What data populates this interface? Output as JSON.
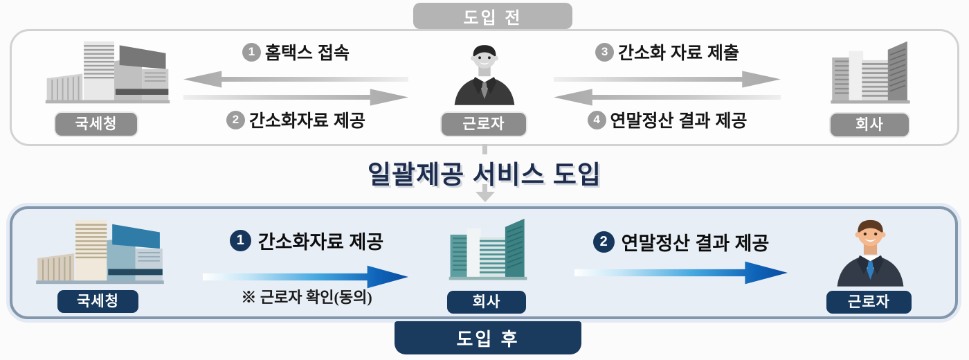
{
  "before": {
    "badge": "도입 전",
    "entities": {
      "nts": "국세청",
      "worker": "근로자",
      "company": "회사"
    },
    "flows": [
      {
        "num": "1",
        "label": "홈택스 접속"
      },
      {
        "num": "2",
        "label": "간소화자료 제공"
      },
      {
        "num": "3",
        "label": "간소화 자료 제출"
      },
      {
        "num": "4",
        "label": "연말정산 결과 제공"
      }
    ]
  },
  "transition": {
    "title": "일괄제공 서비스 도입"
  },
  "after": {
    "badge": "도입 후",
    "entities": {
      "nts": "국세청",
      "company": "회사",
      "worker": "근로자"
    },
    "flows": [
      {
        "num": "1",
        "label": "간소화자료 제공",
        "note": "※ 근로자 확인(동의)"
      },
      {
        "num": "2",
        "label": "연말정산 결과 제공"
      }
    ]
  },
  "colors": {
    "navy_badge": "#17395e",
    "gray_badge": "#8c8c8c",
    "before_badge_bg": "#b4b4b4",
    "after_badge_bg": "#1a3a5e",
    "after_panel_bg": "#e8eef6",
    "after_panel_border": "#8296ac",
    "gray_arrow": "#b5b5b5",
    "blue_arrow": "#0a4d9f",
    "title_color": "#1d2c4d"
  }
}
